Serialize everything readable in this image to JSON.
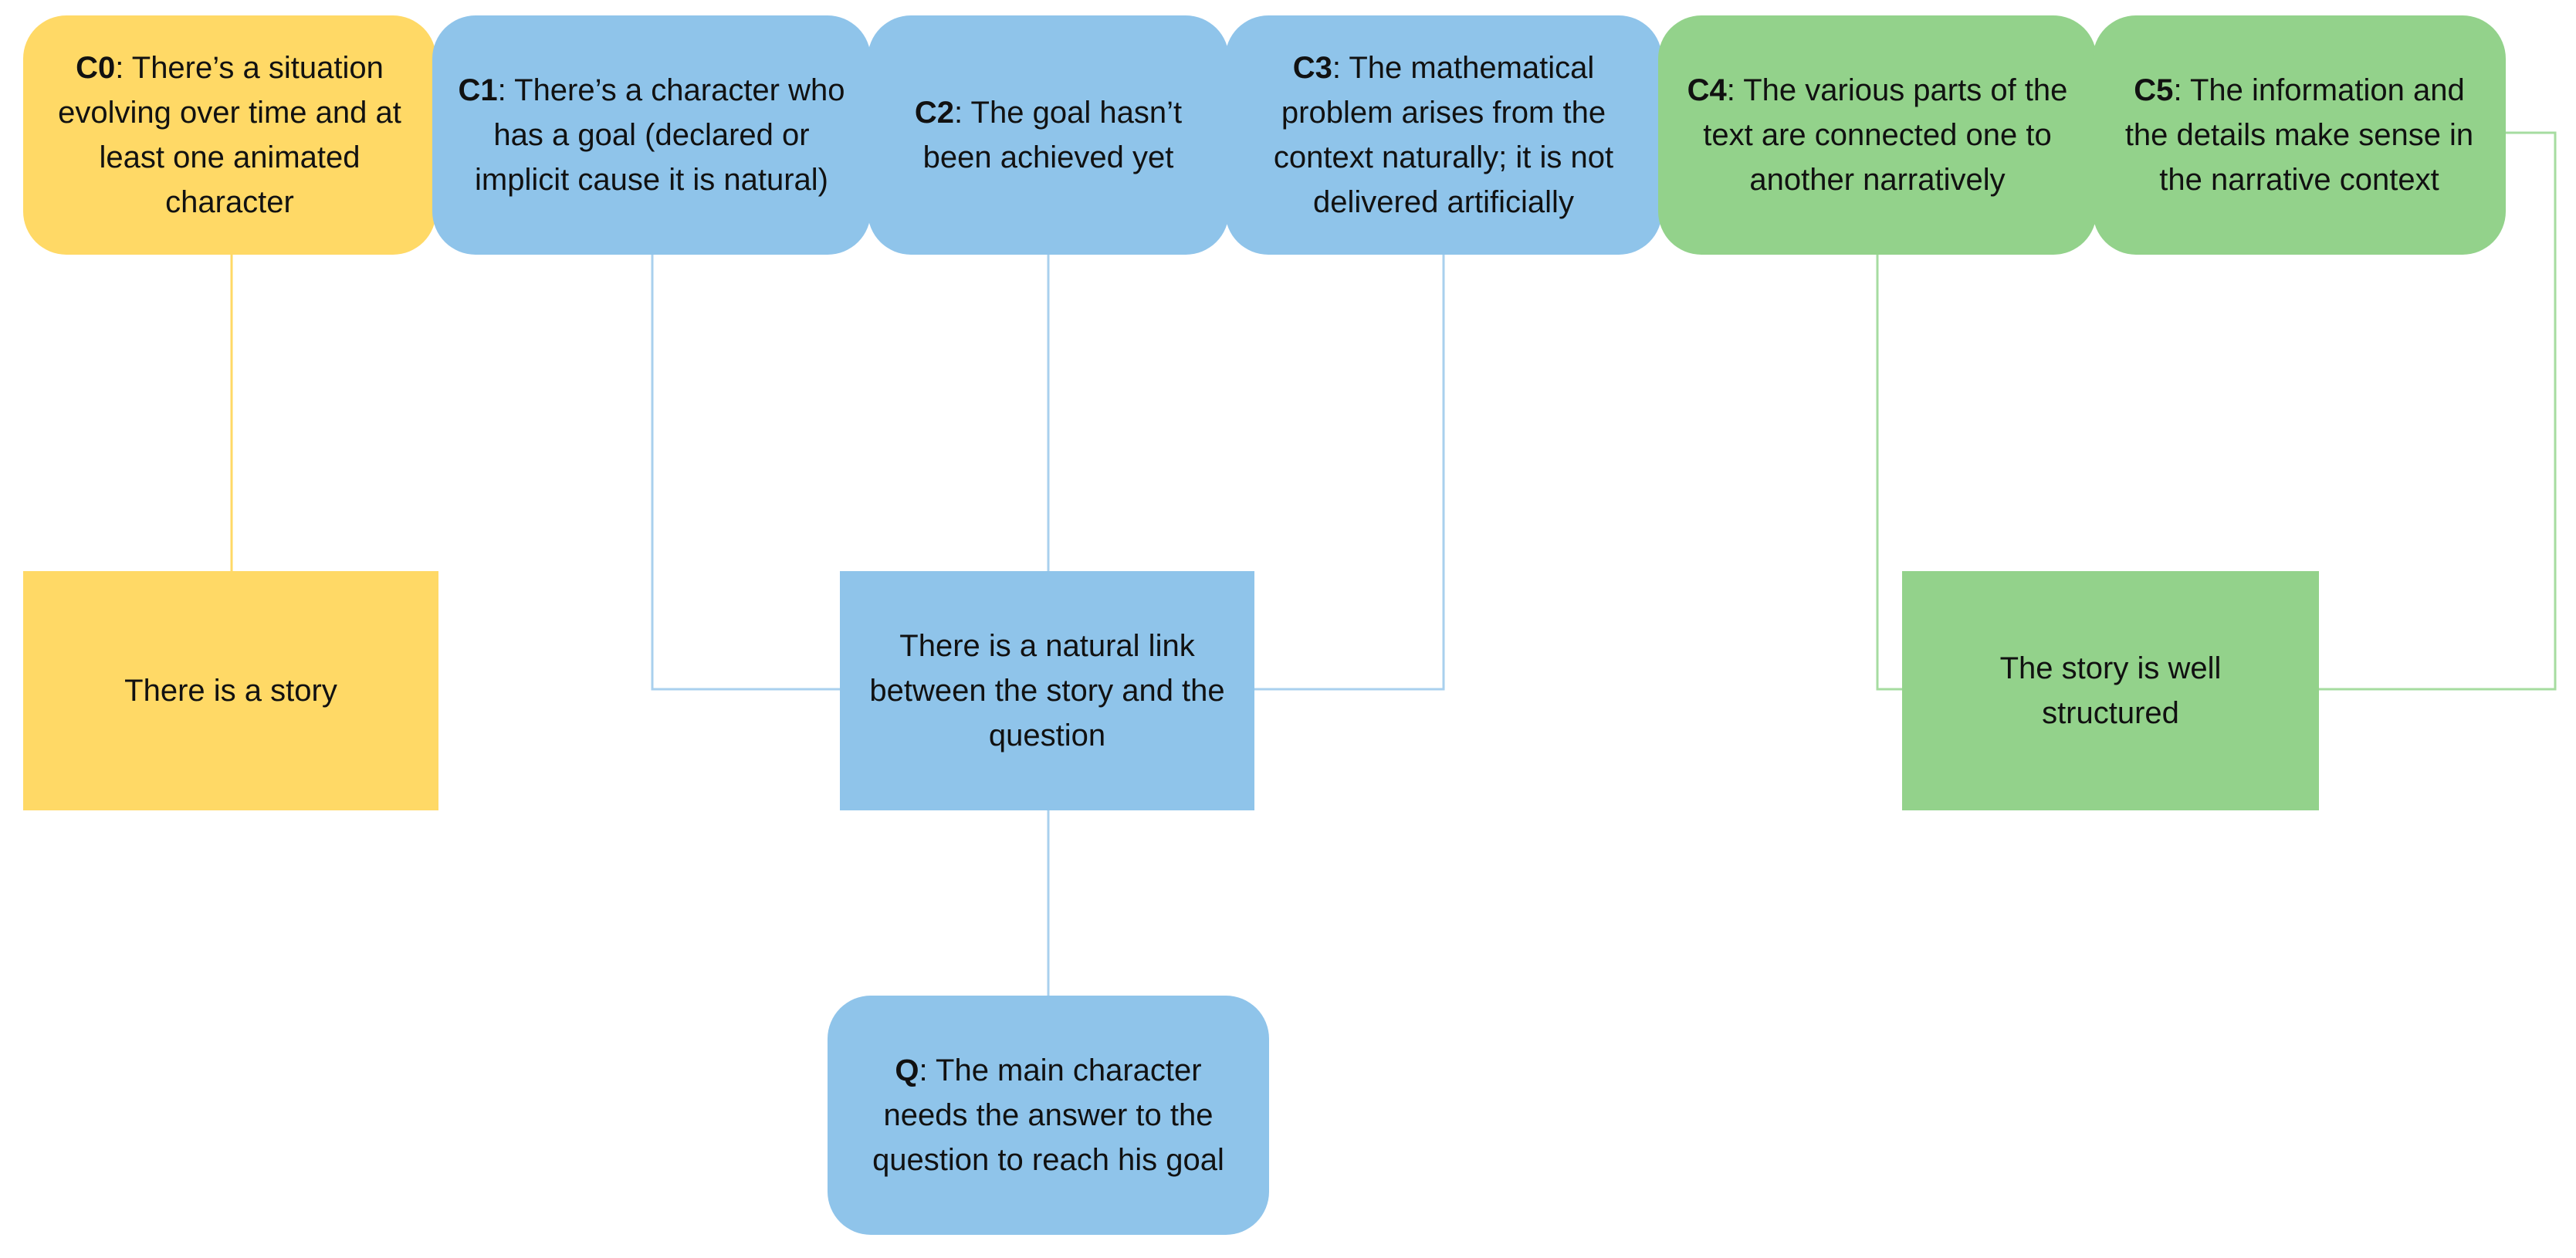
{
  "colors": {
    "yellow": "#ffd966",
    "blue": "#8fc4ea",
    "green": "#93d28b",
    "yellow_line": "#ffd966",
    "blue_line": "#a9d0ee",
    "green_line": "#a6dca0"
  },
  "criteria": [
    {
      "code": "C0",
      "text": ": There’s a situation evolving over time and at least one animated character",
      "color": "#ffd966"
    },
    {
      "code": "C1",
      "text": ": There’s a character who has a goal (declared or implicit cause it is natural)",
      "color": "#8fc4ea"
    },
    {
      "code": "C2",
      "text": ": The goal hasn’t been achieved yet",
      "color": "#8fc4ea"
    },
    {
      "code": "C3",
      "text": ": The mathematical problem arises from the context naturally; it is not delivered artificially",
      "color": "#8fc4ea"
    },
    {
      "code": "C4",
      "text": ": The various parts of the text are connected one to another narratively",
      "color": "#93d28b"
    },
    {
      "code": "C5",
      "text": ": The information and the details make sense in the narrative context",
      "color": "#93d28b"
    }
  ],
  "outcomes": {
    "story": {
      "text": "There is a story",
      "color": "#ffd966"
    },
    "link": {
      "text": "There is a natural link between the story and the question",
      "color": "#8fc4ea"
    },
    "structure": {
      "text": "The story is well structured",
      "color": "#93d28b"
    }
  },
  "question": {
    "code": "Q",
    "text": ": The main character needs the answer to the question to reach his goal",
    "color": "#8fc4ea"
  }
}
